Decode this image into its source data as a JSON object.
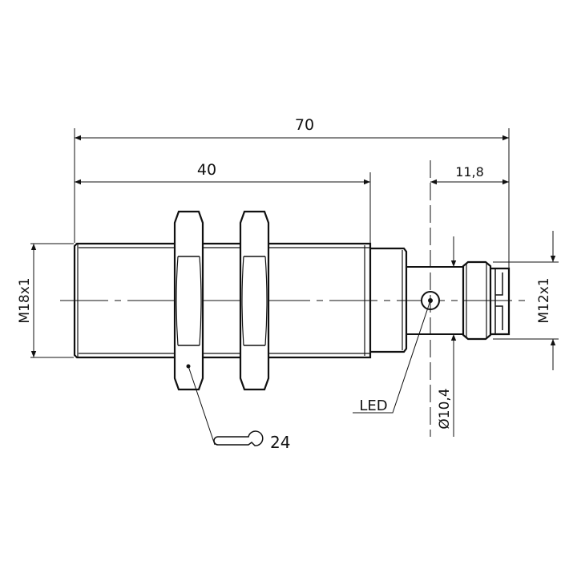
{
  "dimensions": {
    "overall_length": "70",
    "thread_length": "40",
    "connector_length": "11,8",
    "body_thread": "M18x1",
    "connector_thread": "M12x1",
    "neck_diameter": "Ø10,4",
    "wrench_size": "24"
  },
  "labels": {
    "led": "LED"
  },
  "colors": {
    "line": "#111111",
    "background": "#ffffff"
  }
}
